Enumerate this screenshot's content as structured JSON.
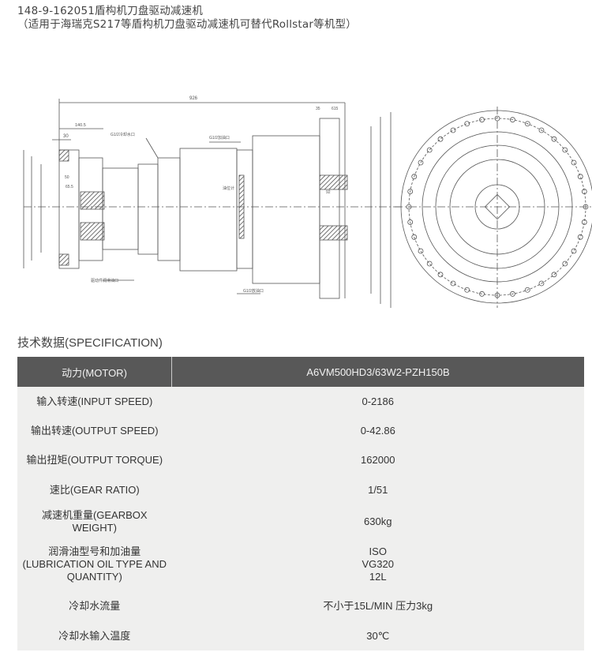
{
  "title": {
    "line1": "148-9-162051盾构机刀盘驱动减速机",
    "line2": "（适用于海瑞克S217等盾构机刀盘驱动减速机可替代Rollstar等机型）"
  },
  "drawing": {
    "dims": {
      "total_length": "926",
      "d1": "140.5",
      "d2": "30",
      "d3": "50",
      "d4": "65.5",
      "d5": "35",
      "d6": "615",
      "d7": "92"
    },
    "labels": {
      "cooling_port": "G1/2冷却水口",
      "fill_port": "G1/2加油口",
      "drain_port": "G1/2放油口",
      "oil_gauge": "油位计",
      "lube_port": "驱动件润滑油口"
    }
  },
  "spec": {
    "heading": "技术数据(SPECIFICATION)",
    "header": {
      "label": "动力(MOTOR)",
      "value": "A6VM500HD3/63W2-PZH150B"
    },
    "rows": [
      {
        "label": "输入转速(INPUT SPEED)",
        "value": "0-2186"
      },
      {
        "label": "输出转速(OUTPUT SPEED)",
        "value": "0-42.86"
      },
      {
        "label": "输出扭矩(OUTPUT TORQUE)",
        "value": "162000"
      },
      {
        "label": "速比(GEAR RATIO)",
        "value": "1/51"
      },
      {
        "label": "减速机重量(GEARBOX WEIGHT)",
        "value": "630kg"
      },
      {
        "label": "润滑油型号和加油量 (LUBRICATION OIL TYPE AND QUANTITY)",
        "value": "ISO VG320 12L"
      },
      {
        "label": "冷却水流量",
        "value": "不小于15L/MIN  压力3kg"
      },
      {
        "label": "冷却水输入温度",
        "value": "30℃"
      }
    ]
  }
}
